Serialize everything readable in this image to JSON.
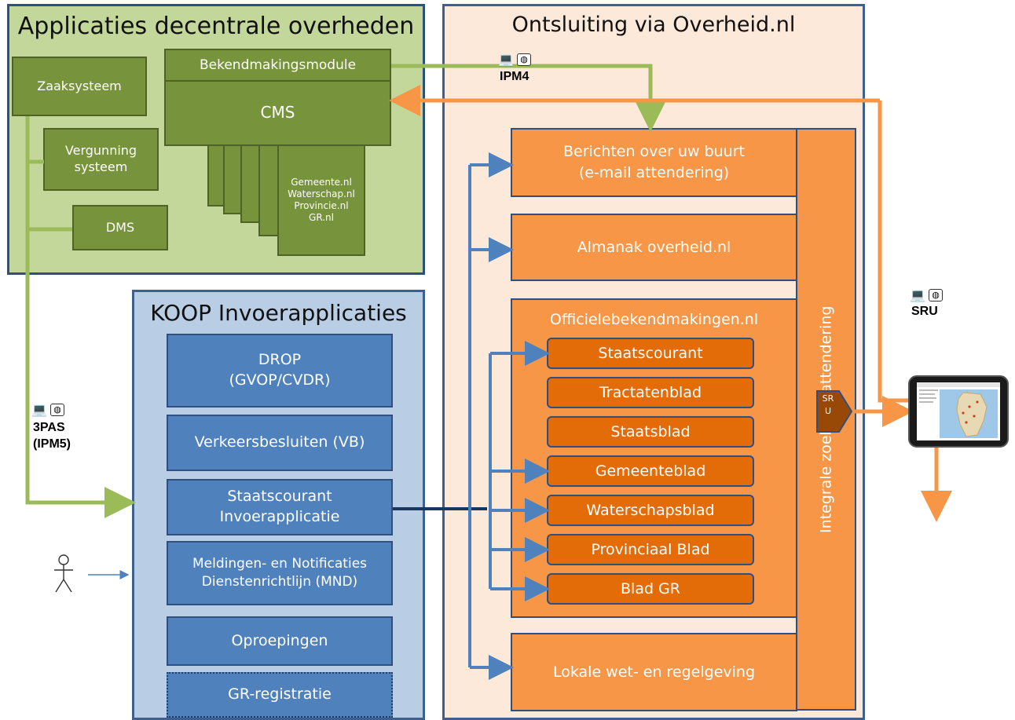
{
  "panels": {
    "decentrale": "Applicaties decentrale overheden",
    "koop": "KOOP Invoerapplicaties",
    "ontsluiting": "Ontsluiting via Overheid.nl"
  },
  "decentrale_boxes": {
    "zaaksysteem": "Zaaksysteem",
    "vergunning": "Vergunning\nsysteem",
    "dms": "DMS",
    "bekendmakingsmodule": "Bekendmakingsmodule",
    "cms": "CMS",
    "sites": "Gemeente.nl\nWaterschap.nl\nProvincie.nl\nGR.nl"
  },
  "koop_boxes": [
    "DROP\n(GVOP/CVDR)",
    "Verkeersbesluiten  (VB)",
    "Staatscourant\nInvoerapplicatie",
    "Meldingen- en Notificaties\nDienstenrichtlijn (MND)",
    "Oproepingen",
    "GR-registratie"
  ],
  "ontsluiting_boxes": {
    "berichten": "Berichten over uw buurt\n(e-mail attendering)",
    "almanak": "Almanak overheid.nl",
    "officiele": "Officielebekendmakingen.nl",
    "lokale": "Lokale wet- en regelgeving",
    "integrale": "Integrale zoek- en attendering"
  },
  "publicaties": [
    "Staatscourant",
    "Tractatenblad",
    "Staatsblad",
    "Gemeenteblad",
    "Waterschapsblad",
    "Provinciaal Blad",
    "Blad GR"
  ],
  "protocols": {
    "ipm4": "IPM4",
    "sru": "SRU",
    "pas": "3PAS\n(IPM5)",
    "sru_tag": "SRU"
  },
  "icons": [
    "computer-icon",
    "globe-icon",
    "person-icon",
    "tablet-icon"
  ],
  "colors": {
    "green_line": "#9bbb59",
    "orange_line": "#f79646",
    "blue_line": "#4f81bd"
  }
}
